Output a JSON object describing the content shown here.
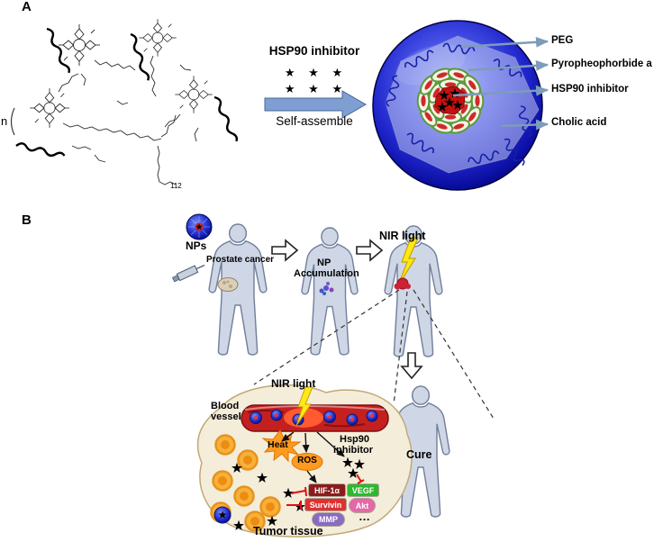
{
  "panel_a": {
    "label": "A",
    "polymer": {
      "n": "n",
      "repeat_count": "112"
    },
    "inhibitor_title": "HSP90 inhibitor",
    "stars_row": "★ ★ ★",
    "assemble_label": "Self-assemble",
    "callouts": {
      "peg": "PEG",
      "pyropheophorbide": "Pyropheophorbide a",
      "hsp90": "HSP90 inhibitor",
      "cholic_acid": "Cholic acid"
    }
  },
  "panel_b": {
    "label": "B",
    "nps": "NPs",
    "prostate_cancer": "Prostate cancer",
    "np_line1": "NP",
    "np_line2": "Accumulation",
    "nir_light": "NIR light",
    "cure": "Cure",
    "tumor": {
      "nir_light": "NIR light",
      "blood_line1": "Blood",
      "blood_line2": "vessel",
      "heat": "Heat",
      "ros": "ROS",
      "hsp90_line1": "Hsp90",
      "hsp90_line2": "inhibitor",
      "hif": "HIF-1α",
      "vegf": "VEGF",
      "survivin": "Survivin",
      "akt": "Akt",
      "mmp": "MMP",
      "more": "…",
      "caption": "Tumor tissue"
    }
  },
  "colors": {
    "nanoparticle_blue": "#1b2bd0",
    "core_red": "#c41010",
    "shell_green": "#5a9a3a",
    "vessel_red": "#c42020",
    "heat_orange": "#ff9a20",
    "hif_bg": "#8b1a1a",
    "vegf_bg": "#2db82d",
    "survivin_bg": "#e03030",
    "akt_bg": "#e567a8",
    "mmp_bg": "#8a6bc0",
    "callout_arrow": "#7d9cba",
    "body_fill": "#cfd7e6"
  }
}
